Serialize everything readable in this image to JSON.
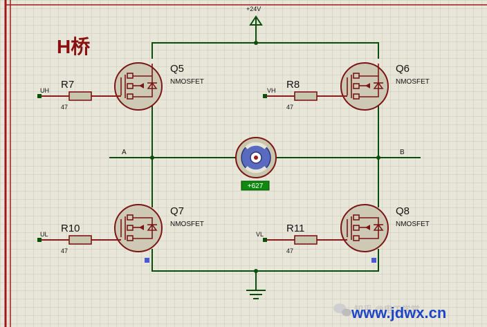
{
  "title": "H桥",
  "supply_label": "+24V",
  "node_labels": {
    "a": "A",
    "b": "B"
  },
  "input_labels": {
    "uh": "UH",
    "vh": "VH",
    "ul": "UL",
    "vl": "VL"
  },
  "resistors": [
    {
      "id": "r7",
      "ref": "R7",
      "value": "47"
    },
    {
      "id": "r8",
      "ref": "R8",
      "value": "47"
    },
    {
      "id": "r10",
      "ref": "R10",
      "value": "47"
    },
    {
      "id": "r11",
      "ref": "R11",
      "value": "47"
    }
  ],
  "transistors": [
    {
      "id": "q5",
      "ref": "Q5",
      "type": "NMOSFET"
    },
    {
      "id": "q6",
      "ref": "Q6",
      "type": "NMOSFET"
    },
    {
      "id": "q7",
      "ref": "Q7",
      "type": "NMOSFET"
    },
    {
      "id": "q8",
      "ref": "Q8",
      "type": "NMOSFET"
    }
  ],
  "motor": {
    "readout": "+627"
  },
  "watermark": {
    "text": "知乎 @电工学堂",
    "url": "www.jdwx.cn"
  },
  "colors": {
    "background": "#e7e6d9",
    "grid": "#c9c8b8",
    "wire": "#0a4d0a",
    "component": "#7a1515",
    "title": "#8a1010",
    "readout_bg": "#0f8a0f",
    "url": "#1f45c8"
  }
}
